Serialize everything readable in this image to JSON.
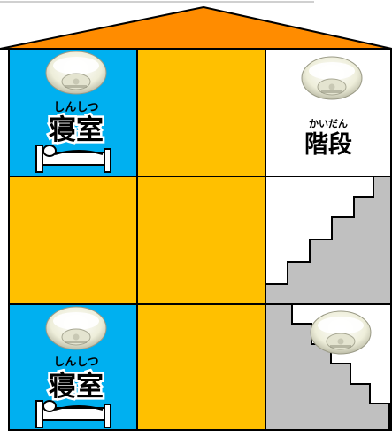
{
  "labels": {
    "bedroom_ruby": "しんしつ",
    "bedroom": "寝室",
    "stairs_ruby": "かいだん",
    "stairs": "階段"
  },
  "icons": [
    "smoke-detector-icon",
    "bed-icon",
    "staircase-icon"
  ],
  "colors": {
    "roof": "#ff8c00",
    "bedroom": "#00b0f0",
    "room": "#ffc000",
    "stairs": "#c0c0c0",
    "detector": "#f0f0e0",
    "outline": "#000000"
  }
}
